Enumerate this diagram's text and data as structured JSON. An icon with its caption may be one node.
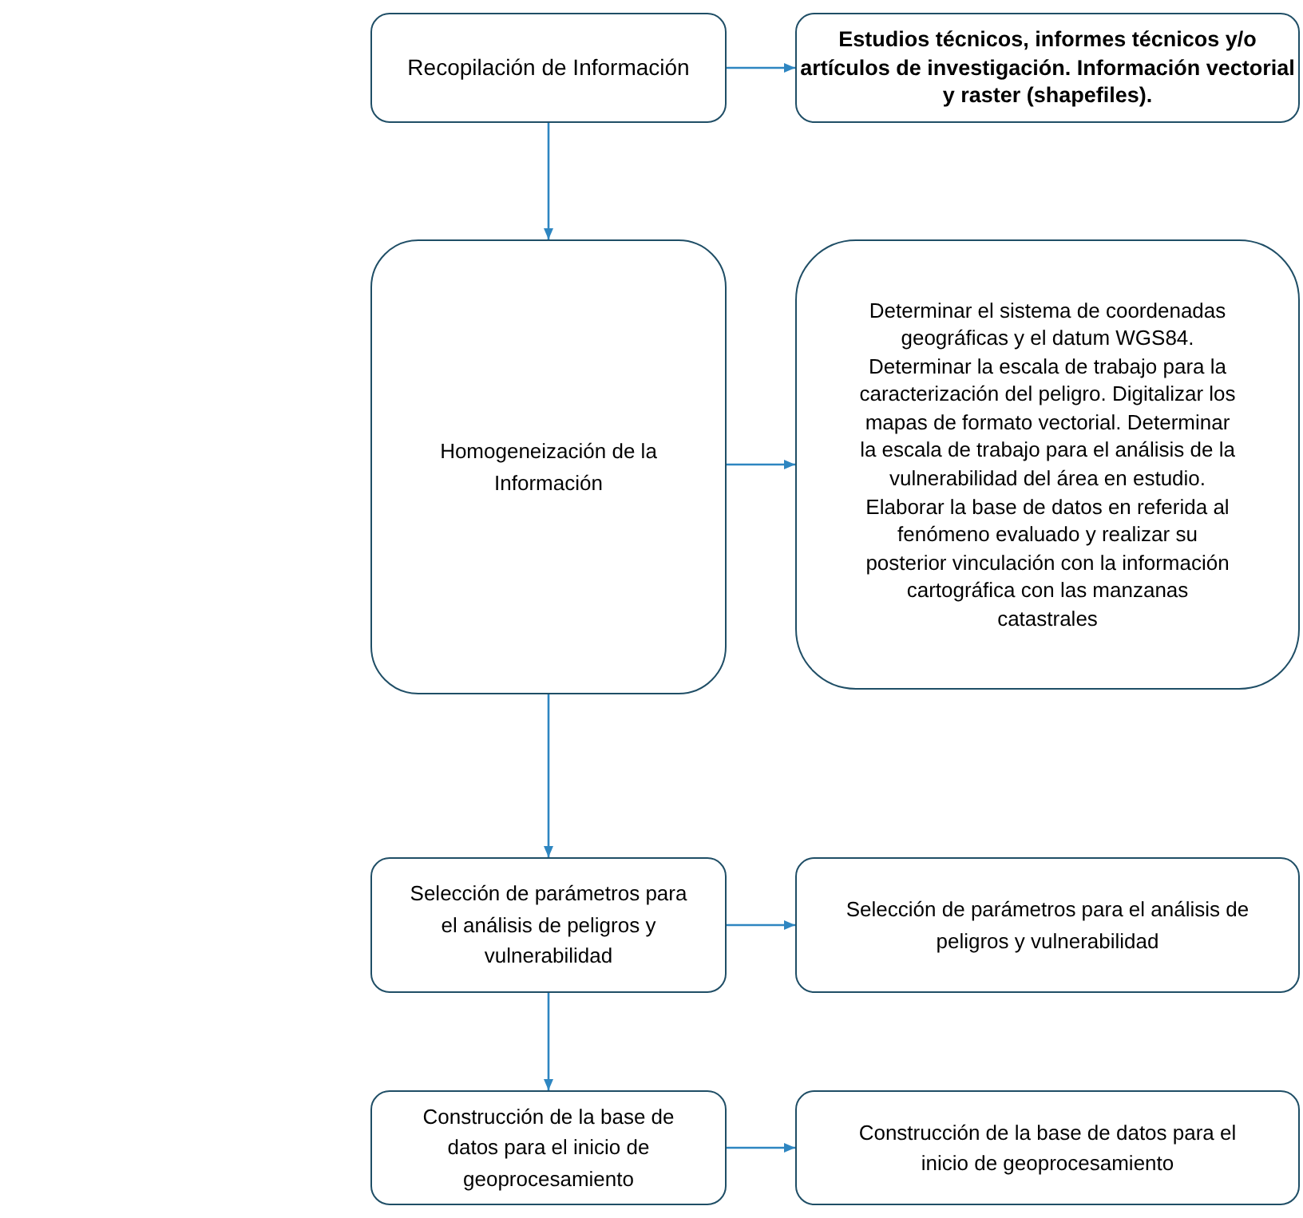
{
  "diagram": {
    "nodes": [
      {
        "text": [
          "Recopilación de Información"
        ]
      },
      {
        "text": [
          "Estudios técnicos, informes técnicos y/o artículos de investigación. Información vectorial y raster (shapefiles)."
        ]
      },
      {
        "text": [
          "Homogeneización de la Información"
        ]
      },
      {
        "text": [
          "Determinar el sistema de coordenadas geográficas y el datum WGS84. Determinar la escala de trabajo para la caracterización del peligro. Digitalizar los mapas de formato vectorial. Determinar la escala de trabajo para el análisis de la vulnerabilidad del área en estudio. Elaborar la base de datos en referida al fenómeno evaluado y realizar su posterior vinculación con la información cartográfica con las manzanas catastrales"
        ]
      },
      {
        "text": [
          "Selección de parámetros para el análisis de peligros y vulnerabilidad"
        ]
      },
      {
        "text": [
          "Selección de parámetros para el análisis de peligros y vulnerabilidad"
        ]
      },
      {
        "text": [
          "Construcción de la base de datos para el inicio de geoprocesamiento"
        ]
      },
      {
        "text": [
          "Construcción de la base de datos para el inicio de geoprocesamiento"
        ]
      }
    ],
    "edges": [
      {
        "from": 0,
        "to": 1,
        "arrow": "to"
      },
      {
        "from": 0,
        "to": 2,
        "arrow": "to"
      },
      {
        "from": 2,
        "to": 3,
        "arrow": "to"
      },
      {
        "from": 2,
        "to": 4,
        "arrow": "to"
      },
      {
        "from": 4,
        "to": 5,
        "arrow": "to"
      },
      {
        "from": 4,
        "to": 6,
        "arrow": "to"
      },
      {
        "from": 6,
        "to": 7,
        "arrow": "to"
      }
    ]
  }
}
